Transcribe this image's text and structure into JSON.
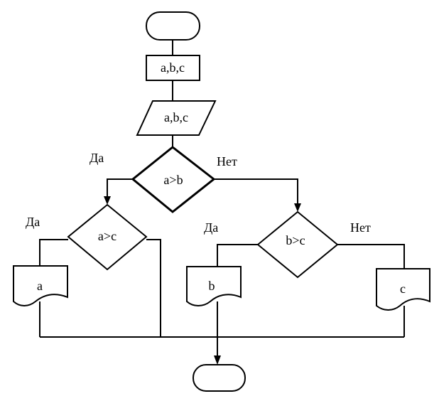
{
  "nodes": {
    "assign": "a,b,c",
    "input": "a,b,c",
    "cond_ab": "a>b",
    "cond_ac": "a>c",
    "cond_bc": "b>c",
    "out_a": "a",
    "out_b": "b",
    "out_c": "c"
  },
  "labels": {
    "yes_ab": "Да",
    "no_ab": "Нет",
    "yes_ac": "Да",
    "yes_bc": "Да",
    "no_bc": "Нет"
  }
}
